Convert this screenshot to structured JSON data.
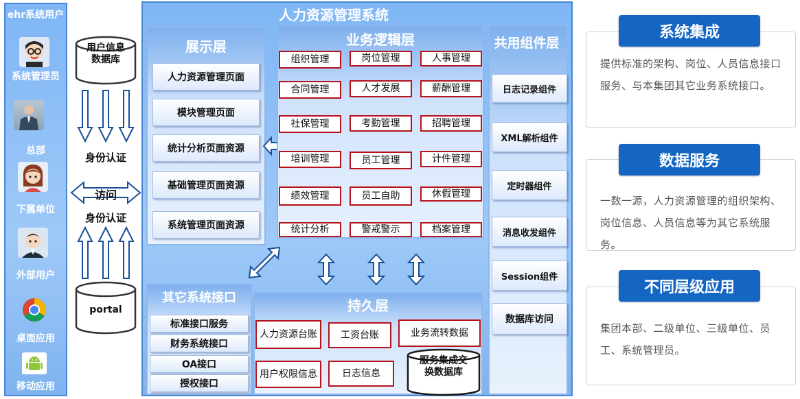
{
  "left_users": [
    {
      "label": "ehr系统用户",
      "icon": "person-glasses-avatar-icon"
    },
    {
      "label": "系统管理员",
      "icon": "businessman-photo-icon"
    },
    {
      "label": "总部",
      "icon": "woman-avatar-icon"
    },
    {
      "label": "下属单位",
      "icon": "man-avatar-icon"
    },
    {
      "label": "外部用户",
      "icon": "chrome-browser-icon"
    },
    {
      "label": "桌面应用",
      "icon": "android-robot-icon"
    },
    {
      "label": "移动应用"
    }
  ],
  "middle": {
    "db_top": "用户信息数据库",
    "auth_top": "身份认证",
    "access": "访问",
    "auth_bottom": "身份认证",
    "db_bottom": "portal"
  },
  "system": {
    "title": "人力资源管理系统",
    "presentation": {
      "title": "展示层",
      "items": [
        "人力资源管理页面",
        "模块管理页面",
        "统计分析页面资源",
        "基础管理页面资源",
        "系统管理页面资源"
      ]
    },
    "business": {
      "title": "业务逻辑层",
      "rows": [
        [
          "组织管理",
          "岗位管理",
          "人事管理"
        ],
        [
          "合同管理",
          "人才发展",
          "薪酬管理"
        ],
        [
          "社保管理",
          "考勤管理",
          "招聘管理"
        ],
        [
          "培训管理",
          "员工管理",
          "计件管理"
        ],
        [
          "绩效管理",
          "员工自助",
          "休假管理"
        ],
        [
          "统计分析",
          "警戒警示",
          "档案管理"
        ]
      ]
    },
    "common": {
      "title": "共用组件层",
      "items": [
        "日志记录组件",
        "XML解析组件",
        "定时器组件",
        "消息收发组件",
        "Session组件",
        "数据库访问"
      ]
    },
    "interfaces": {
      "title": "其它系统接口",
      "items": [
        "标准接口服务",
        "财务系统接口",
        "OA接口",
        "授权接口"
      ]
    },
    "persistence": {
      "title": "持久层",
      "items": [
        "人力资源台账",
        "工资台账",
        "业务流转数据",
        "用户权限信息",
        "日志信息"
      ],
      "db": "服务集成交换数据库"
    }
  },
  "right_cards": [
    {
      "title": "系统集成",
      "text": "提供标准的架构、岗位、人员信息接口服务、与本集团其它业务系统接口。"
    },
    {
      "title": "数据服务",
      "text": "一数一源，人力资源管理的组织架构、岗位信息、人员信息等为其它系统服务。"
    },
    {
      "title": "不同层级应用",
      "text": "集团本部、二级单位、三级单位、员工、系统管理员。"
    }
  ],
  "colors": {
    "primary_blue": "#1466c2",
    "panel_blue": "#8fc0f6",
    "red_border": "#b5121b"
  }
}
